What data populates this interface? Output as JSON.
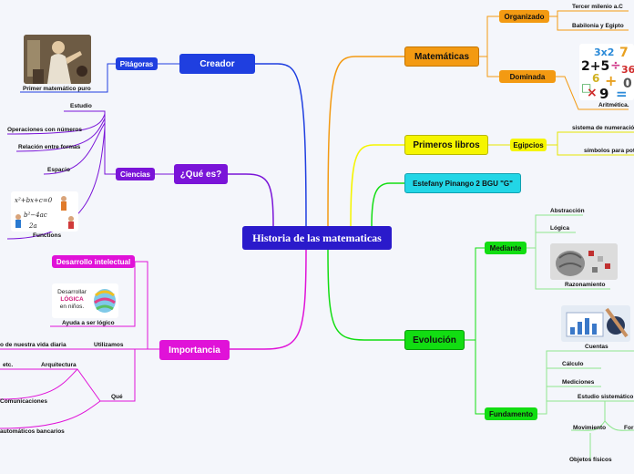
{
  "central": "Historia de las matematicas",
  "creador": {
    "title": "Creador",
    "sub": "Pitágoras",
    "image_label": "Primer matemático puro"
  },
  "que_es": {
    "title": "¿Qué es?",
    "sub": "Ciencias",
    "estudio": "Estudio",
    "items": [
      "Operaciones con números",
      "Relación entre formas",
      "Espacio"
    ],
    "functions": "Functions"
  },
  "importancia": {
    "title": "Importancia",
    "desarrollo": "Desarrollo intelectual",
    "ayuda": "Ayuda a ser lógico",
    "logic_image": {
      "line1": "Desarrollar",
      "line2": "LÓGICA",
      "line3": "en niños."
    },
    "utilizamos": "Utilizamos",
    "vida": "o de nuestra vida diaria",
    "que": "Qué",
    "etc": "etc.",
    "arquitectura": "Arquitectura",
    "comunicaciones": "Comunicaciones",
    "cajeros": "automáticos bancarios"
  },
  "matematicas": {
    "title": "Matemáticas",
    "organizado": "Organizado",
    "tercer": "Tercer milenio a.C",
    "babilonia": "Babilonia y Egipto",
    "dominada": "Dominada",
    "aritmetica": "Aritmética."
  },
  "primeros_libros": {
    "title": "Primeros libros",
    "egipcios": "Egipcios",
    "sistema": "sistema de numeració",
    "simbolos": "símbolos para pot"
  },
  "estefany": "Estefany Pinango 2 BGU \"G\"",
  "evolucion": {
    "title": "Evolución",
    "mediante": "Mediante",
    "abstraccion": "Abstracción",
    "logica": "Lógica",
    "razonamiento": "Razonamiento",
    "fundamento": "Fundamento",
    "cuentas": "Cuentas",
    "calculo": "Cálculo",
    "mediciones": "Mediciones",
    "estudio_sistematico": "Estudio sistemático",
    "movimiento": "Movimiento",
    "formas": "For",
    "objetos": "Objetos físicos"
  },
  "colors": {
    "central": "#2a1acb",
    "creador": "#1f3fe0",
    "que_es": "#7a14d8",
    "importancia": "#e012d8",
    "matematicas": "#f39a12",
    "primeros_libros": "#f5f500",
    "estefany": "#22d6e6",
    "evolucion": "#12dd12"
  }
}
